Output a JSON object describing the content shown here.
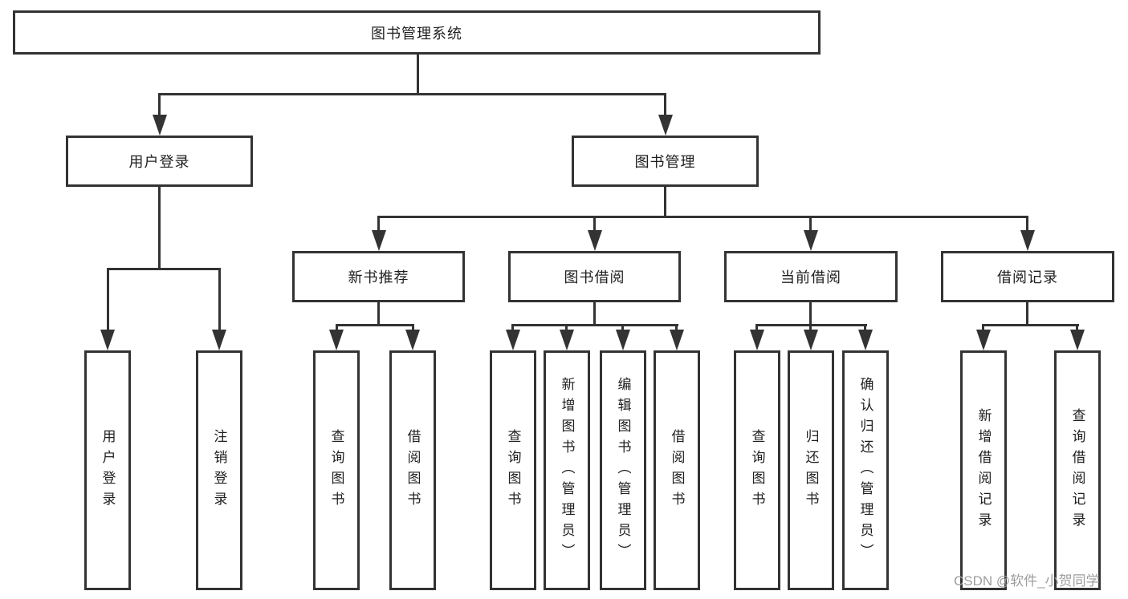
{
  "tree": {
    "label": "图书管理系统",
    "children": [
      {
        "label": "用户登录",
        "children": [
          {
            "label": "用户登录"
          },
          {
            "label": "注销登录"
          }
        ]
      },
      {
        "label": "图书管理",
        "children": [
          {
            "label": "新书推荐",
            "children": [
              {
                "label": "查询图书"
              },
              {
                "label": "借阅图书"
              }
            ]
          },
          {
            "label": "图书借阅",
            "children": [
              {
                "label": "查询图书"
              },
              {
                "label": "新增图书（管理员）"
              },
              {
                "label": "编辑图书（管理员）"
              },
              {
                "label": "借阅图书"
              }
            ]
          },
          {
            "label": "当前借阅",
            "children": [
              {
                "label": "查询图书"
              },
              {
                "label": "归还图书"
              },
              {
                "label": "确认归还（管理员）"
              }
            ]
          },
          {
            "label": "借阅记录",
            "children": [
              {
                "label": "新增借阅记录"
              },
              {
                "label": "查询借阅记录"
              }
            ]
          }
        ]
      }
    ]
  },
  "watermark": "CSDN @软件_小贺同学",
  "colors": {
    "line": "#333333",
    "text": "#1f1f1f",
    "watermark": "#9e9e9e"
  }
}
